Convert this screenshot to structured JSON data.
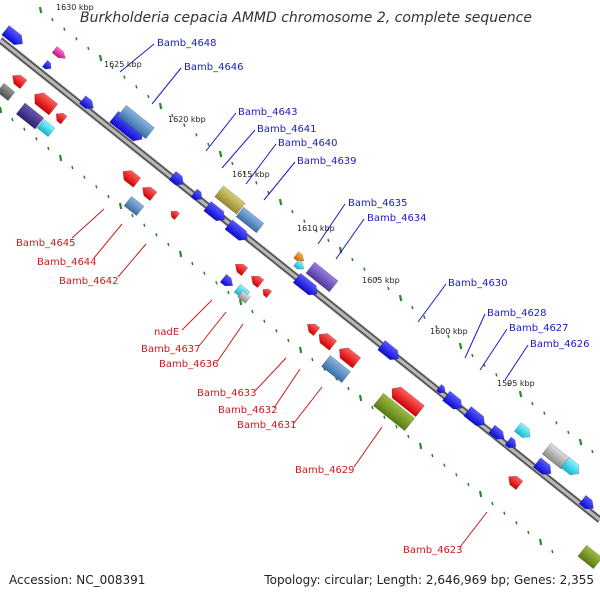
{
  "title": "Burkholderia cepacia AMMD chromosome 2, complete sequence",
  "footer": {
    "accession": "Accession: NC_008391",
    "topology": "Topology: circular; Length: 2,646,969 bp; Genes: 2,355"
  },
  "colors": {
    "backbone": "#8a8a8a",
    "tick": "#2a8a2a",
    "label_top": "#1a1acc",
    "label_bottom": "#cc1a1a",
    "forward_gene": "#1a1ae6",
    "reverse_gene": "#e61a1a",
    "pseudo_blue": "#4a86c8",
    "olive": "#6b8c1f",
    "khaki": "#b0a64a",
    "purple": "#6a4ab0",
    "cyan": "#1ad6e6",
    "grey": "#b0b0b0"
  },
  "kbp_ticks": [
    {
      "label": "1630 kbp"
    },
    {
      "label": "1625 kbp"
    },
    {
      "label": "1620 kbp"
    },
    {
      "label": "1615 kbp"
    },
    {
      "label": "1610 kbp"
    },
    {
      "label": "1605 kbp"
    },
    {
      "label": "1600 kbp"
    },
    {
      "label": "1595 kbp"
    }
  ],
  "top_labels": [
    "Bamb_4648",
    "Bamb_4646",
    "Bamb_4643",
    "Bamb_4641",
    "Bamb_4640",
    "Bamb_4639",
    "Bamb_4635",
    "Bamb_4634",
    "Bamb_4630",
    "Bamb_4628",
    "Bamb_4627",
    "Bamb_4626"
  ],
  "bottom_labels": [
    "Bamb_4645",
    "Bamb_4644",
    "Bamb_4642",
    "nadE",
    "Bamb_4637",
    "Bamb_4636",
    "Bamb_4633",
    "Bamb_4632",
    "Bamb_4631",
    "Bamb_4629",
    "Bamb_4623"
  ]
}
